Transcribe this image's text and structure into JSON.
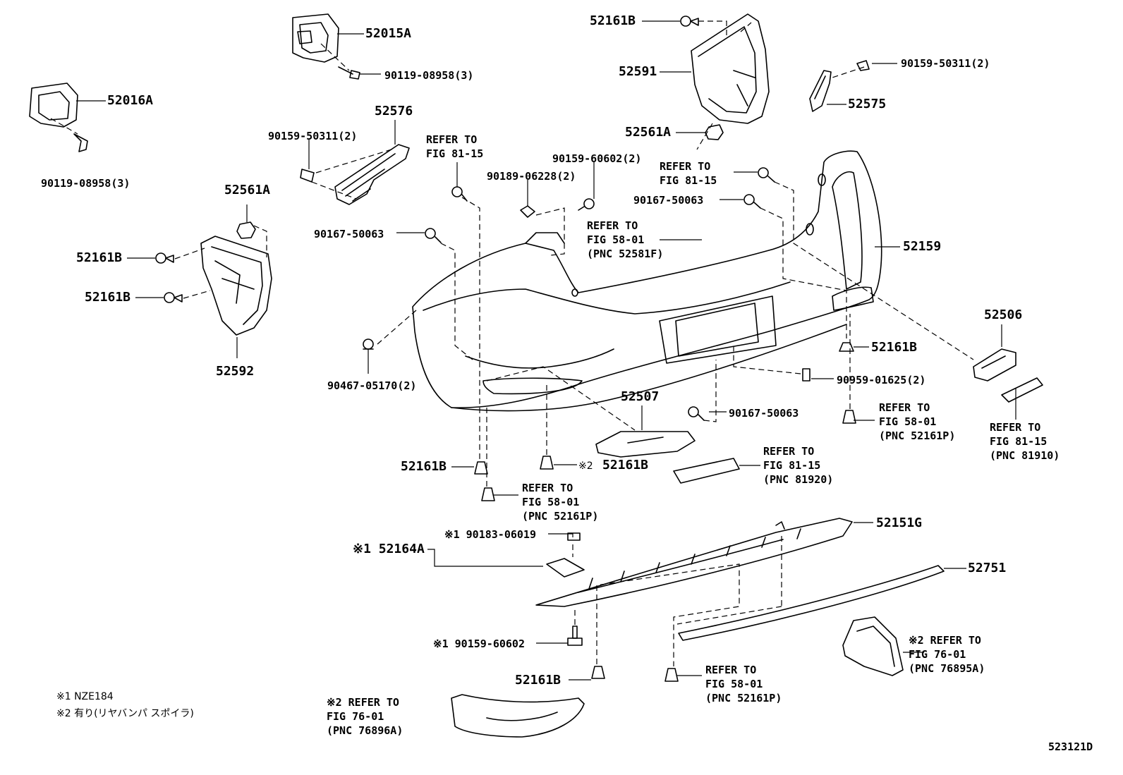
{
  "labels": {
    "p52015A": "52015A",
    "p90119_top": "90119-08958(3)",
    "p52016A": "52016A",
    "p90119_left": "90119-08958(3)",
    "p52576": "52576",
    "p90159_50311_left": "90159-50311(2)",
    "refer_fig81_15_a": "REFER TO\nFIG 81-15",
    "p90159_60602_top": "90159-60602(2)",
    "p90189": "90189-06228(2)",
    "p52561A_left": "52561A",
    "p52161B_l1": "52161B",
    "p52161B_l2": "52161B",
    "p90167_left": "90167-50063",
    "refer_fig58_01_a": "REFER TO\nFIG 58-01\n(PNC 52581F)",
    "p52592": "52592",
    "p52161B_top": "52161B",
    "p52591": "52591",
    "p52561A_top": "52561A",
    "p90159_50311_right": "90159-50311(2)",
    "p52575": "52575",
    "refer_fig81_15_b": "REFER TO\nFIG 81-15",
    "p90167_right": "90167-50063",
    "p52159": "52159",
    "p52506": "52506",
    "p52161B_r": "52161B",
    "p90959": "90959-01625(2)",
    "p90467": "90467-05170(2)",
    "p52507": "52507",
    "p90167_mid": "90167-50063",
    "refer_fig58_01_b": "REFER TO\nFIG 58-01\n(PNC 52161P)",
    "refer_fig81_15_c": "REFER TO\nFIG 81-15\n(PNC 81910)",
    "p52161B_bl": "52161B",
    "p52161B_bm": "52161B",
    "mark2_a": "※2",
    "refer_fig81_15_d": "REFER TO\nFIG 81-15\n(PNC 81920)",
    "refer_fig58_01_c": "REFER TO\nFIG 58-01\n(PNC 52161P)",
    "p90183": "※1 90183-06019",
    "p52164A": "※1 52164A",
    "p52151G": "52151G",
    "p52751": "52751",
    "p90159_60602_bot": "※1 90159-60602",
    "p52161B_bot": "52161B",
    "refer_fig58_01_d": "REFER TO\nFIG 58-01\n(PNC 52161P)",
    "refer_fig76_01_a": "※2 REFER TO\nFIG 76-01\n(PNC 76895A)",
    "refer_fig76_01_b": "※2 REFER TO\nFIG 76-01\n(PNC 76896A)",
    "note1": "※1 NZE184",
    "note2": "※2 有り(リヤバンパ スポイラ)",
    "diagram_id": "523121D"
  }
}
